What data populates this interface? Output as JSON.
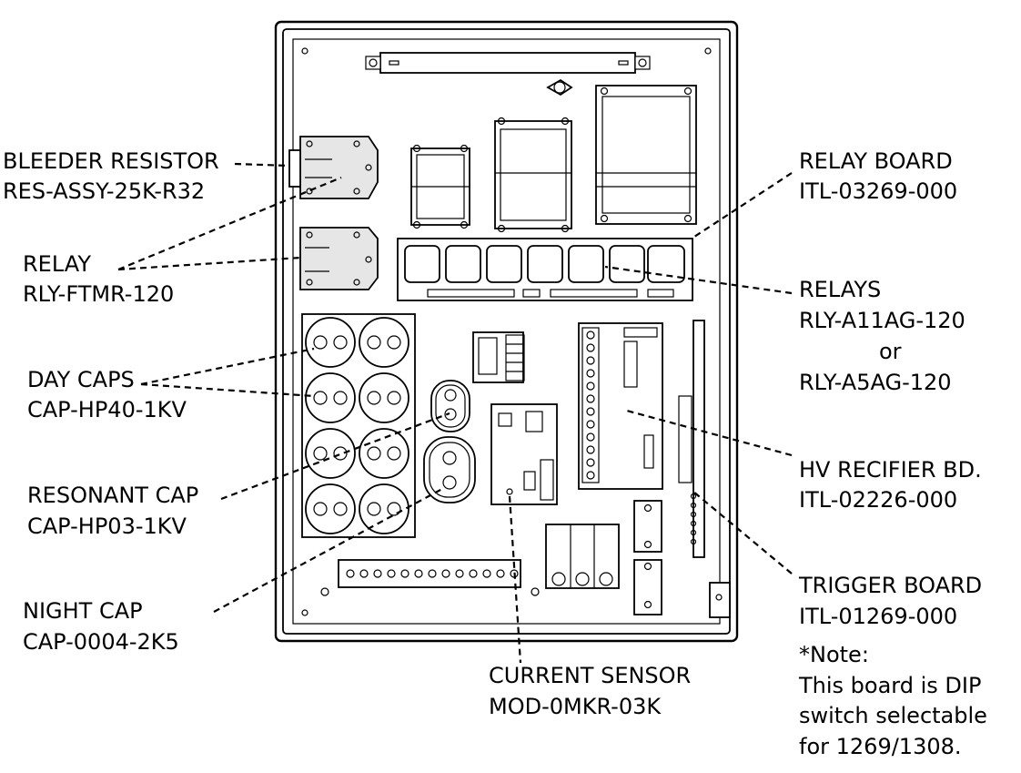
{
  "labels": {
    "bleeder_resistor": {
      "name": "BLEEDER RESISTOR",
      "part": "RES-ASSY-25K-R32"
    },
    "relay": {
      "name": "RELAY",
      "part": "RLY-FTMR-120"
    },
    "day_caps": {
      "name": "DAY CAPS",
      "part": "CAP-HP40-1KV"
    },
    "resonant_cap": {
      "name": "RESONANT CAP",
      "part": "CAP-HP03-1KV"
    },
    "night_cap": {
      "name": "NIGHT CAP",
      "part": "CAP-0004-2K5"
    },
    "current_sensor": {
      "name": "CURRENT SENSOR",
      "part": "MOD-0MKR-03K"
    },
    "relay_board": {
      "name": "RELAY BOARD",
      "part": "ITL-03269-000"
    },
    "relays": {
      "name": "RELAYS",
      "part_1": "RLY-A11AG-120",
      "or": "or",
      "part_2": "RLY-A5AG-120"
    },
    "hv_rectifier": {
      "name": "HV RECIFIER BD.",
      "part": "ITL-02226-000"
    },
    "trigger_board": {
      "name": "TRIGGER BOARD",
      "part": "ITL-01269-000"
    },
    "note": {
      "line_1": "*Note:",
      "line_2": "This board is DIP",
      "line_3": "switch selectable",
      "line_4": "for 1269/1308."
    }
  }
}
